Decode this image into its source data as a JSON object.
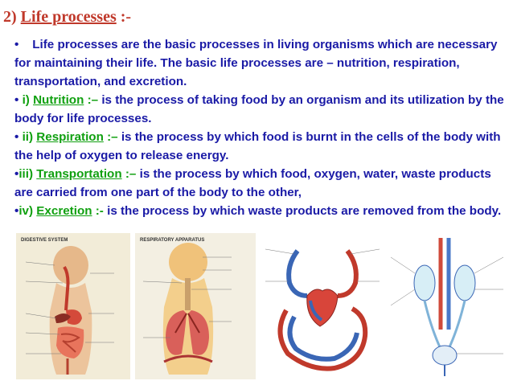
{
  "title": {
    "prefix": "2) ",
    "main": "Life processes",
    "suffix": " :-"
  },
  "intro": {
    "bullet": "•",
    "text": "Life processes are the basic processes in living organisms which are necessary for maintaining their life. The basic life processes are – nutrition, respiration, transportation, and excretion."
  },
  "points": [
    {
      "marker": "•",
      "num": "i)",
      "term": "Nutrition",
      "sep": ":–",
      "desc": "is the process of taking food by an organism and its utilization by the body for life processes."
    },
    {
      "marker": "•",
      "num": "ii)",
      "term": "Respiration",
      "sep": ":–",
      "desc": "is the process by which food is burnt in the cells of the body with the help of oxygen to release energy."
    },
    {
      "marker": "•",
      "num": "iii)",
      "term": "Transportation",
      "sep": ":–",
      "desc": "is the process by which food, oxygen, water, waste products are carried from one part of the body to the other,"
    },
    {
      "marker": "•",
      "num": "iv)",
      "term": "Excretion",
      "sep": ":-",
      "desc": "is the process by which waste products are removed from the body."
    }
  ],
  "figures": {
    "digestive": {
      "heading": "DIGESTIVE SYSTEM"
    },
    "respiratory": {
      "heading": "RESPIRATORY APPARATUS"
    }
  },
  "colors": {
    "title": "#c0392b",
    "body_text": "#1a1aa6",
    "term": "#10a010"
  }
}
